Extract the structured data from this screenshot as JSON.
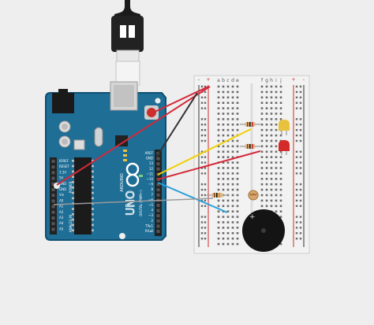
{
  "board": {
    "brand": "ARDUINO",
    "model": "UNO",
    "header_digital": "DIGITAL (PWM~)",
    "header_power": "POWER",
    "header_analog": "ANALOG IN",
    "pins_left": [
      "IOREF",
      "RESET",
      "3.3V",
      "5V",
      "GND",
      "GND",
      "Vin",
      "A0",
      "A1",
      "A2",
      "A3",
      "A4",
      "A5"
    ],
    "pins_right": [
      "AREF",
      "GND",
      "13",
      "12",
      "~11",
      "~10",
      "~9",
      "8",
      "7",
      "~6",
      "~5",
      "4",
      "~3",
      "2",
      "TX▸1",
      "RX◂0"
    ],
    "led_labels": [
      "L",
      "TX",
      "RX",
      "ON"
    ]
  },
  "breadboard": {
    "columns": [
      "a",
      "b",
      "c",
      "d",
      "e",
      "f",
      "g",
      "h",
      "i",
      "j"
    ],
    "rail_plus": "+",
    "rail_minus": "-"
  },
  "colors": {
    "background": "#eeeeee",
    "board": "#1e6e96",
    "board_edge": "#0f4f70",
    "breadboard": "#f2f2f2",
    "rail_red": "#d22b2b",
    "rail_black": "#333333",
    "wire_red": "#d42a3a",
    "wire_black": "#333333",
    "wire_yellow": "#f0d000",
    "wire_blue": "#2a9fd8",
    "wire_gray": "#9a9a9a",
    "led_yellow": "#e8c23c",
    "led_red": "#d42a2a",
    "buzzer": "#141414"
  },
  "components": {
    "led_yellow": "led-yellow",
    "led_red": "led-red",
    "resistor": "resistor",
    "photoresistor": "photoresistor",
    "buzzer": "piezo-buzzer",
    "usb_cable": "usb-cable"
  }
}
